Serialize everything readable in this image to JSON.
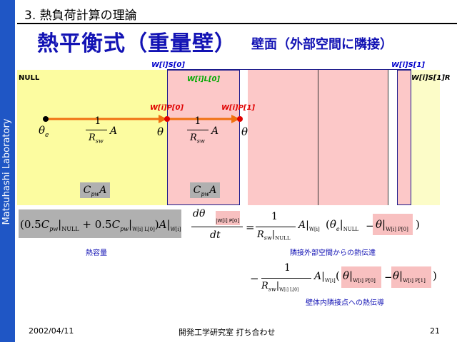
{
  "sidebar": {
    "text": "Matsuhashi Laboratory"
  },
  "header": {
    "section": "3. 熱負荷計算の理論",
    "title": "熱平衡式（重量壁）",
    "subtitle": "壁面（外部空間に隣接）"
  },
  "diagram": {
    "null_label": "NULL",
    "wall_s0": "W[i]S[0]",
    "wall_s1": "W[i]S[1]",
    "wall_l0": "W[i]L[0]",
    "wall_r": "W[i]S[1]R",
    "node_p0": "W[i]P[0]",
    "node_p1": "W[i]P[1]",
    "theta_e": "θ",
    "theta_e_sub": "e",
    "theta": "θ",
    "frac_num": "1",
    "frac_den": "R",
    "frac_den_sub": "sw",
    "area": "A",
    "cap_c": "C",
    "cap_sub": "pw",
    "cap_a": "A",
    "colors": {
      "null_bg": "#fcfca0",
      "wall_bg": "#fcc8c8",
      "right_bg": "#fcfcc8",
      "arrow": "#f07010",
      "node": "#e00000",
      "border": "#1a1a8c"
    }
  },
  "equation": {
    "lhs_coef": "0.5",
    "lhs_c": "C",
    "lhs_sub": "pw",
    "lhs_null": "NULL",
    "lhs_plus": "+ 0.5",
    "lhs_wl0": "W[i] L[0]",
    "lhs_a": "A",
    "lhs_wi": "W[i]",
    "d": "d",
    "dt": "dt",
    "dtheta_sub": "W[i] P[0]",
    "eq": "=",
    "one": "1",
    "r": "R",
    "r_sub": "sw",
    "r_null": "NULL",
    "a": "A",
    "a_sub": "W[i]",
    "theta_e": "θ",
    "theta_e_sub": "e",
    "minus": "−",
    "theta": "θ",
    "theta_sub_p0": "W[i] P[0]",
    "theta_sub_p1": "W[i] P[1]",
    "r_wl0": "W[i] L[0]",
    "caption_capacity": "熱容量",
    "caption_adjacent": "隣接外部空間からの熱伝達",
    "caption_internal": "壁体内隣接点への熱伝導"
  },
  "footer": {
    "date": "2002/04/11",
    "center": "開発工学研究室 打ち合わせ",
    "page": "21"
  }
}
